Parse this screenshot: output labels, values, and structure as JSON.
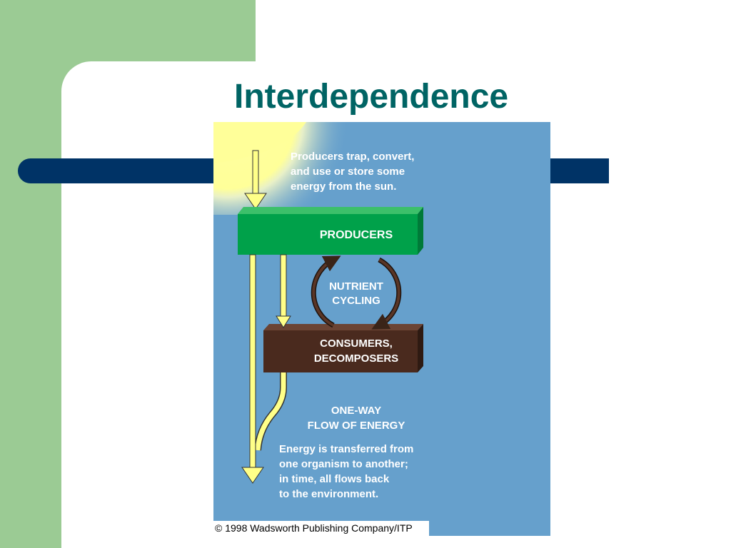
{
  "slide": {
    "title": "Interdependence"
  },
  "figure": {
    "producers_note": "Producers trap, convert,\nand use or store some\nenergy from the sun.",
    "producers_label": "PRODUCERS",
    "nutrient_label": "NUTRIENT\nCYCLING",
    "consumers_label": "CONSUMERS,\nDECOMPOSERS",
    "flow_label": "ONE-WAY\nFLOW OF ENERGY",
    "flow_note": "Energy is transferred from\none organism to another;\nin time, all flows back\nto the environment.",
    "copyright": "© 1998 Wadsworth Publishing Company/ITP"
  },
  "colors": {
    "title": "#006464",
    "background_green": "#9bcb94",
    "bar_navy": "#003366",
    "figure_blue": "#66a0cc",
    "producers_green": "#00a14a",
    "consumers_brown": "#4a2a1e",
    "arrow_yellow": "#ffff88",
    "sun_yellow": "#ffff99"
  }
}
